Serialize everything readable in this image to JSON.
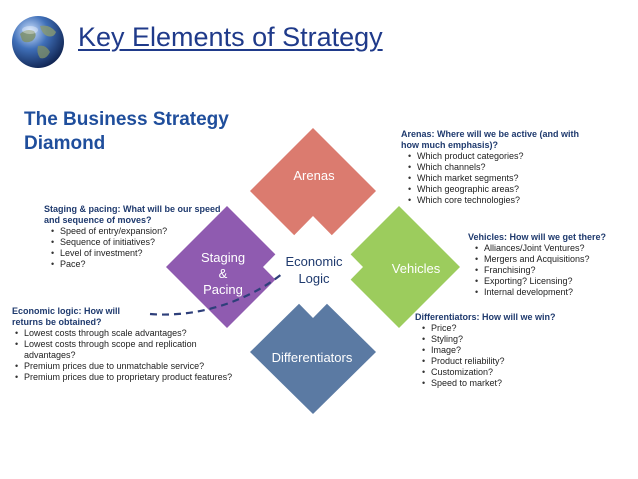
{
  "title": "Key Elements of Strategy",
  "subtitle": "The Business Strategy Diamond",
  "diamond": {
    "arenas": "Arenas",
    "staging": [
      "Staging",
      "&",
      "Pacing"
    ],
    "center": [
      "Economic",
      "Logic"
    ],
    "vehicles": "Vehicles",
    "differentiators": "Differentiators"
  },
  "boxes": {
    "arenas": {
      "heading": [
        "Arenas: Where will we be active (and with",
        "how much emphasis)?"
      ],
      "items": [
        "Which product categories?",
        "Which channels?",
        "Which market segments?",
        "Which geographic areas?",
        "Which core technologies?"
      ]
    },
    "staging": {
      "heading": [
        "Staging & pacing: What will be our speed",
        "and sequence of moves?"
      ],
      "items": [
        "Speed of entry/expansion?",
        "Sequence of initiatives?",
        "Level of investment?",
        "Pace?"
      ]
    },
    "vehicles": {
      "heading": [
        "Vehicles: How will we get there?"
      ],
      "items": [
        "Alliances/Joint Ventures?",
        "Mergers and Acquisitions?",
        "Franchising?",
        "Exporting? Licensing?",
        "Internal development?"
      ]
    },
    "economic": {
      "heading": [
        "Economic logic: How will",
        "returns be obtained?"
      ],
      "items": [
        "Lowest costs through scale advantages?",
        "Lowest costs through scope and replication advantages?",
        "Premium prices due to unmatchable service?",
        "Premium prices due to proprietary product features?"
      ]
    },
    "differentiators": {
      "heading": [
        "Differentiators: How will we win?"
      ],
      "items": [
        "Price?",
        "Styling?",
        "Image?",
        "Product reliability?",
        "Customization?",
        "Speed to market?"
      ]
    }
  },
  "colors": {
    "arenas": "#db7b6f",
    "staging": "#8f5bb0",
    "vehicles": "#9ccc5d",
    "differentiators": "#5b7aa3",
    "title": "#1f3a8a",
    "heading": "#1f3a6e"
  },
  "icons": {
    "logo": "globe-icon"
  }
}
